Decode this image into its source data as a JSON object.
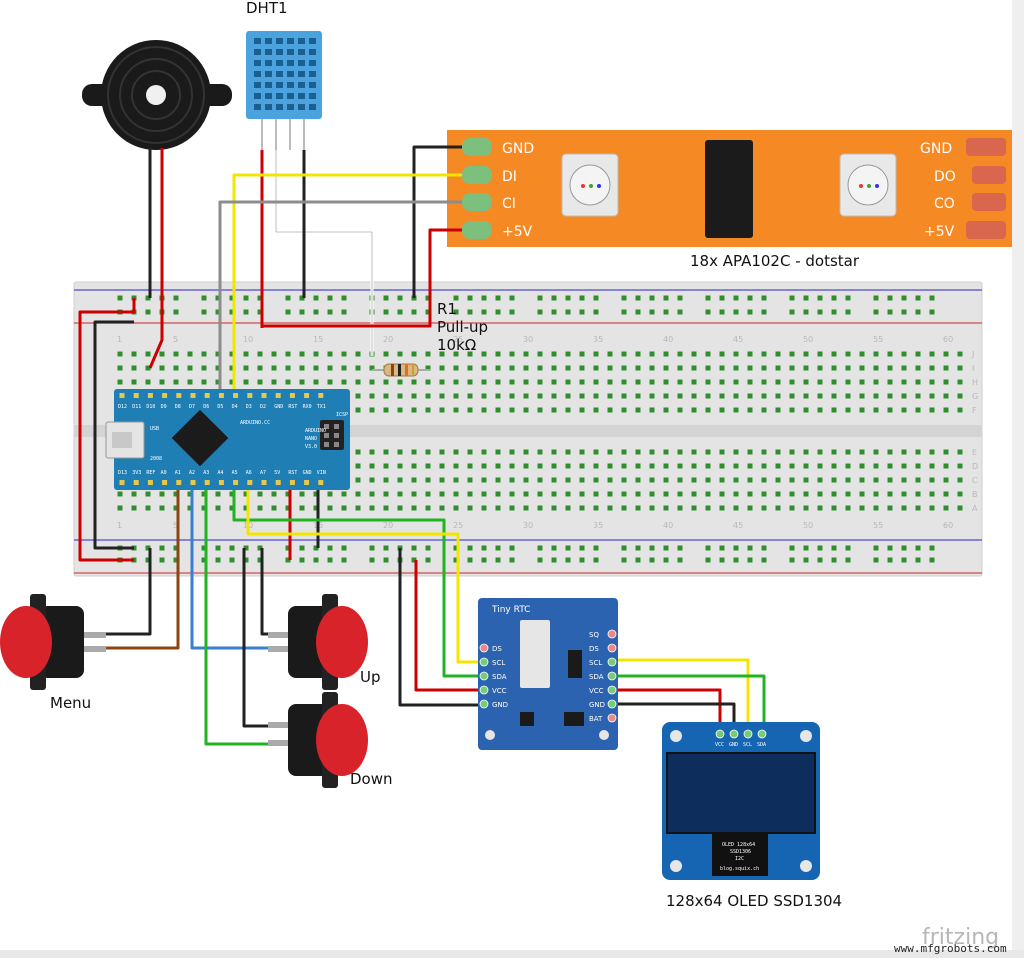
{
  "labels": {
    "dht": "DHT1",
    "strip_caption": "18x APA102C - dotstar",
    "strip_pins_left": [
      "GND",
      "DI",
      "CI",
      "+5V"
    ],
    "strip_pins_right": [
      "GND",
      "DO",
      "CO",
      "+5V"
    ],
    "resistor": [
      "R1",
      "Pull-up",
      "10kΩ"
    ],
    "button_menu": "Menu",
    "button_up": "Up",
    "button_down": "Down",
    "rtc_title": "Tiny RTC",
    "rtc_left_pins": [
      "DS",
      "SCL",
      "SDA",
      "VCC",
      "GND"
    ],
    "rtc_right_pins": [
      "SQ",
      "DS",
      "SCL",
      "SDA",
      "VCC",
      "GND",
      "BAT"
    ],
    "oled_caption": "128x64 OLED SSD1304",
    "oled_pins": [
      "VCC",
      "GND",
      "SCL",
      "SDA"
    ],
    "oled_chip_lines": [
      "OLED 128x64",
      "SSD1306",
      "I2C",
      "blog.squix.ch"
    ],
    "nano_top_pins": [
      "D12",
      "D11",
      "D10",
      "D9",
      "D8",
      "D7",
      "D6",
      "D5",
      "D4",
      "D3",
      "D2",
      "GND",
      "RST",
      "RX0",
      "TX1"
    ],
    "nano_bottom_pins": [
      "D13",
      "3V3",
      "REF",
      "A0",
      "A1",
      "A2",
      "A3",
      "A4",
      "A5",
      "A6",
      "A7",
      "5V",
      "RST",
      "GND",
      "VIN"
    ],
    "nano_board_text": [
      "ARDUINO.CC",
      "ARDUINO",
      "NANO",
      "V3.0",
      "ICSP",
      "USB",
      "2008"
    ],
    "breadboard_numbers": [
      "1",
      "5",
      "10",
      "15",
      "20",
      "25",
      "30",
      "35",
      "40",
      "45",
      "50",
      "55",
      "60"
    ],
    "breadboard_rows": [
      "J",
      "I",
      "H",
      "G",
      "F",
      "E",
      "D",
      "C",
      "B",
      "A"
    ],
    "brand": "fritzing",
    "watermark": "www.mfgrobots.com"
  },
  "colors": {
    "breadboard": "#e6e6e6",
    "strip": "#f58a25",
    "nano": "#1f7fb4",
    "rtc": "#2c63b0",
    "oled": "#1565b3",
    "button_red": "#d8232a",
    "wire_red": "#cc0000",
    "wire_black": "#222222",
    "wire_yellow": "#f2e600",
    "wire_green": "#21b321",
    "wire_gray": "#8c8c8c",
    "wire_white": "#ffffff",
    "wire_brown": "#8b4513",
    "wire_blue": "#3a7fd0"
  }
}
